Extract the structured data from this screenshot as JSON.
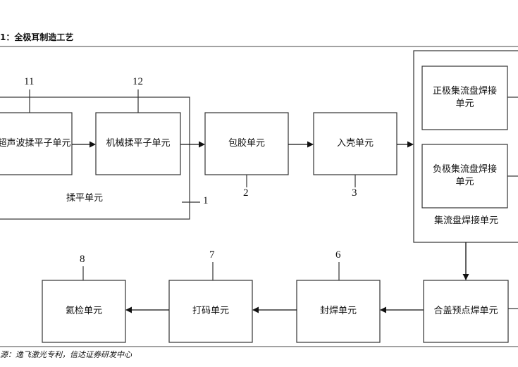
{
  "title": "1：全极耳制造工艺",
  "source": "源：逸飞激光专利，信达证券研发中心",
  "units": {
    "ultrasonic": "超声波揉平子单元",
    "mechanical": "机械揉平子单元",
    "flattening": "揉平单元",
    "taping": "包胶单元",
    "casing": "入壳单元",
    "positive_weld": "正极集流盘焊接单元",
    "negative_weld": "负极集流盘焊接单元",
    "collector_weld": "集流盘焊接单元",
    "cover_spot_weld": "合盖预点焊单元",
    "seal_weld": "封焊单元",
    "marking": "打码单元",
    "helium_check": "氦检单元"
  },
  "numbers": {
    "n11": "11",
    "n12": "12",
    "n1": "1",
    "n2": "2",
    "n3": "3",
    "n6": "6",
    "n7": "7",
    "n8": "8"
  }
}
